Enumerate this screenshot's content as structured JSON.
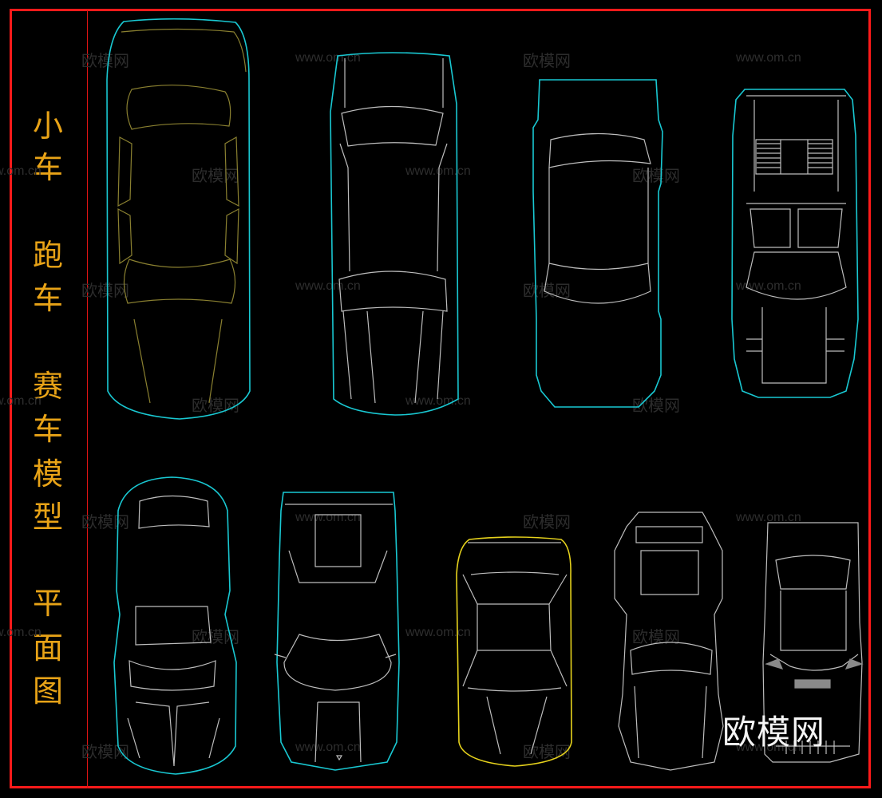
{
  "title": {
    "lines": [
      "小",
      "车",
      "跑",
      "车",
      "赛",
      "车",
      "模",
      "型",
      "平",
      "面",
      "图"
    ],
    "color": "#e8a317"
  },
  "frame": {
    "border_color": "#ff1a1a"
  },
  "watermark": {
    "cn": "欧模网",
    "url": "www.om.cn",
    "brand": "欧模网"
  },
  "drawing": {
    "description": "CAD top-view plan drawings of cars",
    "outline_colors": {
      "cyan": "#19c8d2",
      "yellow": "#e6d21c",
      "detail": "#bdbdbd",
      "olive": "#8a8030"
    },
    "top_row": [
      "sedan-1",
      "sedan-2",
      "sedan-3",
      "sports-car-1"
    ],
    "bottom_row": [
      "sports-car-2",
      "sports-car-3",
      "sedan-4",
      "sports-car-4",
      "sports-car-5"
    ]
  }
}
